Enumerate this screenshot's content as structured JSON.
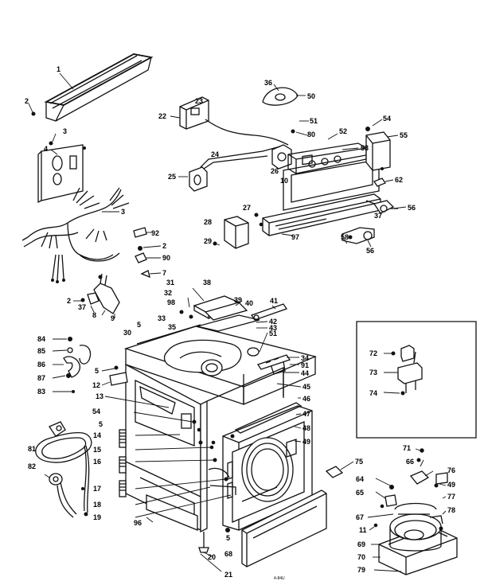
{
  "diagram": {
    "callouts": [
      {
        "id": "c-1",
        "text": "1"
      },
      {
        "id": "c-2a",
        "text": "2"
      },
      {
        "id": "c-3a",
        "text": "3"
      },
      {
        "id": "c-4",
        "text": "4"
      },
      {
        "id": "c-3b",
        "text": "3"
      },
      {
        "id": "c-92",
        "text": "92"
      },
      {
        "id": "c-2b",
        "text": "2"
      },
      {
        "id": "c-90",
        "text": "90"
      },
      {
        "id": "c-7",
        "text": "7"
      },
      {
        "id": "c-2c",
        "text": "2"
      },
      {
        "id": "c-37a",
        "text": "37"
      },
      {
        "id": "c-8",
        "text": "8"
      },
      {
        "id": "c-9",
        "text": "9"
      },
      {
        "id": "c-22",
        "text": "22"
      },
      {
        "id": "c-23",
        "text": "23"
      },
      {
        "id": "c-36",
        "text": "36"
      },
      {
        "id": "c-50",
        "text": "50"
      },
      {
        "id": "c-51a",
        "text": "51"
      },
      {
        "id": "c-52",
        "text": "52"
      },
      {
        "id": "c-54",
        "text": "54"
      },
      {
        "id": "c-55",
        "text": "55"
      },
      {
        "id": "c-80",
        "text": "80"
      },
      {
        "id": "c-53",
        "text": "53"
      },
      {
        "id": "c-24",
        "text": "24"
      },
      {
        "id": "c-25",
        "text": "25"
      },
      {
        "id": "c-26",
        "text": "26"
      },
      {
        "id": "c-10",
        "text": "10"
      },
      {
        "id": "c-62",
        "text": "62"
      },
      {
        "id": "c-27",
        "text": "27"
      },
      {
        "id": "c-37b",
        "text": "37"
      },
      {
        "id": "c-56a",
        "text": "56"
      },
      {
        "id": "c-28",
        "text": "28"
      },
      {
        "id": "c-29",
        "text": "29"
      },
      {
        "id": "c-97",
        "text": "97"
      },
      {
        "id": "c-58",
        "text": "58"
      },
      {
        "id": "c-56b",
        "text": "56"
      },
      {
        "id": "c-31",
        "text": "31"
      },
      {
        "id": "c-32",
        "text": "32"
      },
      {
        "id": "c-98",
        "text": "98"
      },
      {
        "id": "c-38",
        "text": "38"
      },
      {
        "id": "c-39",
        "text": "39"
      },
      {
        "id": "c-40",
        "text": "40"
      },
      {
        "id": "c-41",
        "text": "41"
      },
      {
        "id": "c-30",
        "text": "30"
      },
      {
        "id": "c-5a",
        "text": "5"
      },
      {
        "id": "c-33",
        "text": "33"
      },
      {
        "id": "c-35",
        "text": "35"
      },
      {
        "id": "c-42",
        "text": "42"
      },
      {
        "id": "c-43",
        "text": "43"
      },
      {
        "id": "c-51b",
        "text": "51"
      },
      {
        "id": "c-34",
        "text": "34"
      },
      {
        "id": "c-91",
        "text": "91"
      },
      {
        "id": "c-44",
        "text": "44"
      },
      {
        "id": "c-84",
        "text": "84"
      },
      {
        "id": "c-85",
        "text": "85"
      },
      {
        "id": "c-86",
        "text": "86"
      },
      {
        "id": "c-87",
        "text": "87"
      },
      {
        "id": "c-83",
        "text": "83"
      },
      {
        "id": "c-5b",
        "text": "5"
      },
      {
        "id": "c-12",
        "text": "12"
      },
      {
        "id": "c-13",
        "text": "13"
      },
      {
        "id": "c-54b",
        "text": "54"
      },
      {
        "id": "c-5c",
        "text": "5"
      },
      {
        "id": "c-14",
        "text": "14"
      },
      {
        "id": "c-15",
        "text": "15"
      },
      {
        "id": "c-16",
        "text": "16"
      },
      {
        "id": "c-45",
        "text": "45"
      },
      {
        "id": "c-46",
        "text": "46"
      },
      {
        "id": "c-47",
        "text": "47"
      },
      {
        "id": "c-48",
        "text": "48"
      },
      {
        "id": "c-49a",
        "text": "49"
      },
      {
        "id": "c-81",
        "text": "81"
      },
      {
        "id": "c-82",
        "text": "82"
      },
      {
        "id": "c-17",
        "text": "17"
      },
      {
        "id": "c-18",
        "text": "18"
      },
      {
        "id": "c-19",
        "text": "19"
      },
      {
        "id": "c-96",
        "text": "96"
      },
      {
        "id": "c-75",
        "text": "75"
      },
      {
        "id": "c-72",
        "text": "72"
      },
      {
        "id": "c-73",
        "text": "73"
      },
      {
        "id": "c-74",
        "text": "74"
      },
      {
        "id": "c-71",
        "text": "71"
      },
      {
        "id": "c-66",
        "text": "66"
      },
      {
        "id": "c-76",
        "text": "76"
      },
      {
        "id": "c-64",
        "text": "64"
      },
      {
        "id": "c-49b",
        "text": "49"
      },
      {
        "id": "c-65",
        "text": "65"
      },
      {
        "id": "c-77",
        "text": "77"
      },
      {
        "id": "c-78",
        "text": "78"
      },
      {
        "id": "c-67",
        "text": "67"
      },
      {
        "id": "c-11",
        "text": "11"
      },
      {
        "id": "c-69",
        "text": "69"
      },
      {
        "id": "c-70",
        "text": "70"
      },
      {
        "id": "c-79",
        "text": "79"
      },
      {
        "id": "c-20",
        "text": "20"
      },
      {
        "id": "c-68",
        "text": "68"
      },
      {
        "id": "c-21",
        "text": "21"
      },
      {
        "id": "c-5d",
        "text": "5"
      }
    ],
    "drawing_code": "4-84U"
  }
}
